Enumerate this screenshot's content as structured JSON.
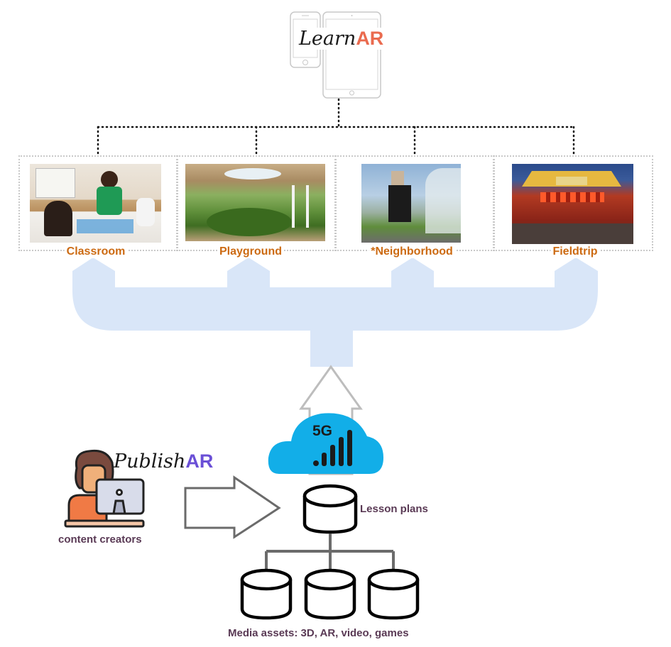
{
  "app": {
    "learn_logo": {
      "script": "Learn",
      "accent": "AR",
      "accent_color": "#ea6b4f"
    },
    "publish_logo": {
      "script": "Publish",
      "accent": "AR",
      "accent_color": "#6a4fd6"
    }
  },
  "locations": [
    {
      "label": "Classroom",
      "photo": "classroom-photo"
    },
    {
      "label": "Playground",
      "photo": "playground-photo"
    },
    {
      "label": "*Neighborhood",
      "photo": "neighborhood-photo"
    },
    {
      "label": "Fieldtrip",
      "photo": "fieldtrip-photo"
    }
  ],
  "network": {
    "cloud_label": "5G",
    "cloud_color": "#12aee8"
  },
  "nodes": {
    "creators_label": "content creators",
    "lesson_plans_label": "Lesson plans",
    "media_assets_label": "Media assets: 3D, AR, video, games"
  },
  "colors": {
    "location_label": "#cc6a12",
    "node_label": "#5a3a55",
    "distribution_fill": "#d9e6f8",
    "arrow_stroke": "#bdbdbd"
  }
}
